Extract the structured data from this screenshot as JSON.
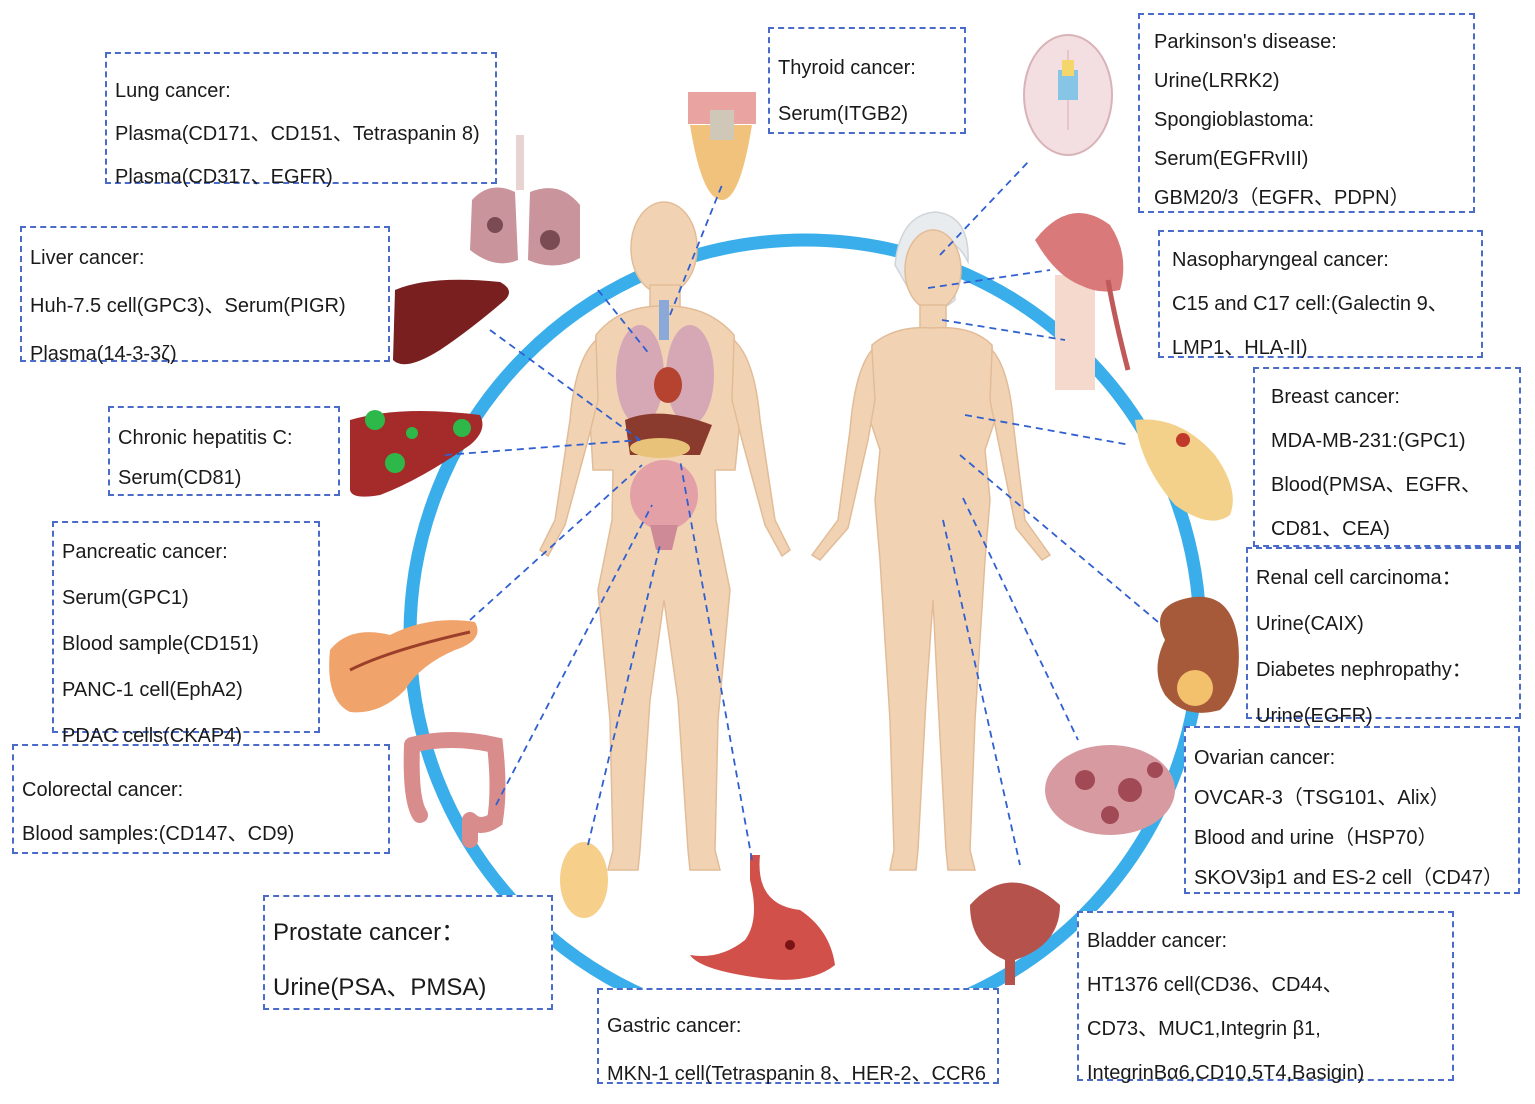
{
  "boxes": {
    "lung": [
      "Lung cancer:",
      "Plasma(CD171、CD151、Tetraspanin 8)",
      "Plasma(CD317、EGFR)"
    ],
    "liver": [
      "Liver cancer:",
      "Huh-7.5 cell(GPC3)、Serum(PIGR)",
      "Plasma(14-3-3ζ)"
    ],
    "hepatitis": [
      "Chronic hepatitis C:",
      "Serum(CD81)"
    ],
    "pancreatic": [
      "Pancreatic cancer:",
      "Serum(GPC1)",
      "Blood  sample(CD151)",
      "PANC-1 cell(EphA2)",
      "PDAC cells(CKAP4)"
    ],
    "colorectal": [
      "Colorectal cancer:",
      "Blood samples:(CD147、CD9)"
    ],
    "prostate": [
      "Prostate cancer：",
      "Urine(PSA、PMSA)"
    ],
    "gastric": [
      "Gastric cancer:",
      "MKN-1 cell(Tetraspanin 8、HER-2、CCR6"
    ],
    "thyroid": [
      "Thyroid cancer:",
      "Serum(ITGB2)"
    ],
    "parkinson": [
      "Parkinson's disease:",
      "Urine(LRRK2)",
      "Spongioblastoma:",
      "Serum(EGFRvIII)",
      "GBM20/3（EGFR、PDPN）"
    ],
    "nasopharyngeal": [
      "Nasopharyngeal cancer:",
      "C15 and C17 cell:(Galectin 9、",
      "LMP1、HLA-II)"
    ],
    "breast": [
      "Breast cancer:",
      "MDA-MB-231:(GPC1)",
      "Blood(PMSA、EGFR、",
      "CD81、CEA)"
    ],
    "renal": [
      "Renal cell carcinoma：",
      "Urine(CAIX)",
      "Diabetes nephropathy：",
      "Urine(EGFR)"
    ],
    "ovarian": [
      "Ovarian cancer:",
      "OVCAR-3（TSG101、Alix）",
      "Blood and urine（HSP70）",
      "SKOV3ip1 and ES-2 cell（CD47）"
    ],
    "bladder": [
      "Bladder cancer:",
      "HT1376 cell(CD36、CD44、",
      "CD73、MUC1,Integrin β1,",
      "IntegrinBα6,CD10,5T4,Basigin)"
    ]
  },
  "colors": {
    "ring": "#3aaeea",
    "box_border": "#4a6cc8",
    "connector": "#2f5fd0",
    "skin": "#f1d3b3",
    "liver": "#7a1f1f",
    "virus": "#2fb84a"
  },
  "icons": [
    "lungs-icon",
    "liver-icon",
    "infected-liver-icon",
    "pancreas-icon",
    "colon-icon",
    "prostate-icon",
    "stomach-icon",
    "bladder-icon",
    "ovary-icon",
    "kidney-icon",
    "breast-icon",
    "nasopharynx-icon",
    "brain-icon",
    "thyroid-icon",
    "male-body-figure",
    "female-body-figure"
  ]
}
